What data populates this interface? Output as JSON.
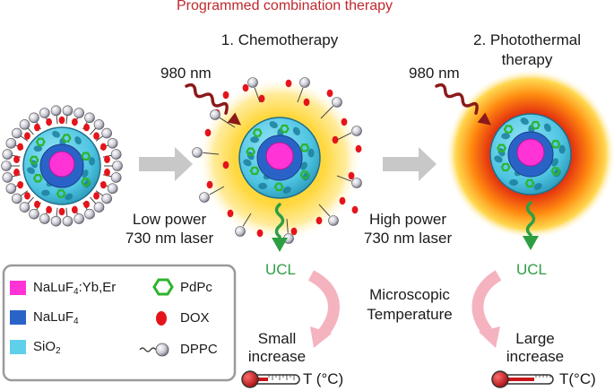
{
  "title": "Programmed combination therapy",
  "steps": {
    "chemo": {
      "line1": "1. Chemotherapy"
    },
    "photo": {
      "line1": "2. Photothermal",
      "line2": "therapy"
    }
  },
  "excitation": {
    "left": "980 nm",
    "right": "980 nm"
  },
  "lasers": {
    "low": {
      "line1": "Low power",
      "line2": "730 nm laser"
    },
    "high": {
      "line1": "High power",
      "line2": "730 nm laser"
    }
  },
  "ucl": {
    "left": "UCL",
    "right": "UCL"
  },
  "microscopic": {
    "line1": "Microscopic",
    "line2": "Temperature"
  },
  "increase": {
    "small": {
      "line1": "Small",
      "line2": "increase"
    },
    "large": {
      "line1": "Large",
      "line2": "increase"
    }
  },
  "temperature": {
    "left": "T (°C)",
    "right": "T(°C)"
  },
  "legend": {
    "core": {
      "main": "NaLuF",
      "sub": "4",
      "rest": ":Yb,Er",
      "color": "#ff33d6"
    },
    "shell": {
      "main": "NaLuF",
      "sub": "4",
      "color": "#2a63c8"
    },
    "silica": {
      "main": "SiO",
      "sub": "2",
      "color": "#5ed0ec"
    },
    "pdpc": {
      "label": "PdPc",
      "color": "#2cb52c"
    },
    "dox": {
      "label": "DOX",
      "color": "#e5141b"
    },
    "dppc": {
      "label": "DPPC"
    }
  },
  "colors": {
    "title_red": "#c0282d",
    "laser_wave": "#8b1a1a",
    "ucl_green": "#2e9e43",
    "arrow_gray": "#c8c8c8",
    "pink_arrow": "#f4b3be"
  }
}
